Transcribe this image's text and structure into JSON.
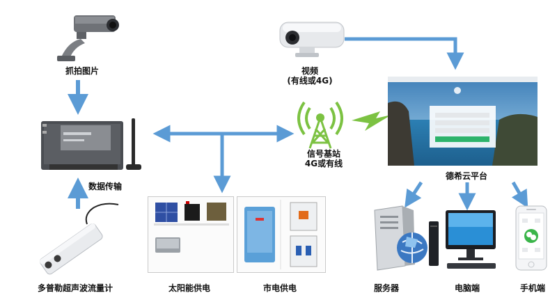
{
  "labels": {
    "camera": "抓拍图片",
    "video_line1": "视频",
    "video_line2": "(有线或4G)",
    "rtu": "数据传输",
    "base_station_line1": "信号基站",
    "base_station_line2": "4G或有线",
    "cloud": "德希云平台",
    "flowmeter": "多普勒超声波流量计",
    "solar": "太阳能供电",
    "mains": "市电供电",
    "server": "服务器",
    "pc": "电脑端",
    "phone": "手机端"
  },
  "colors": {
    "arrow_blue": "#5b9bd5",
    "signal_green": "#7cc242"
  }
}
